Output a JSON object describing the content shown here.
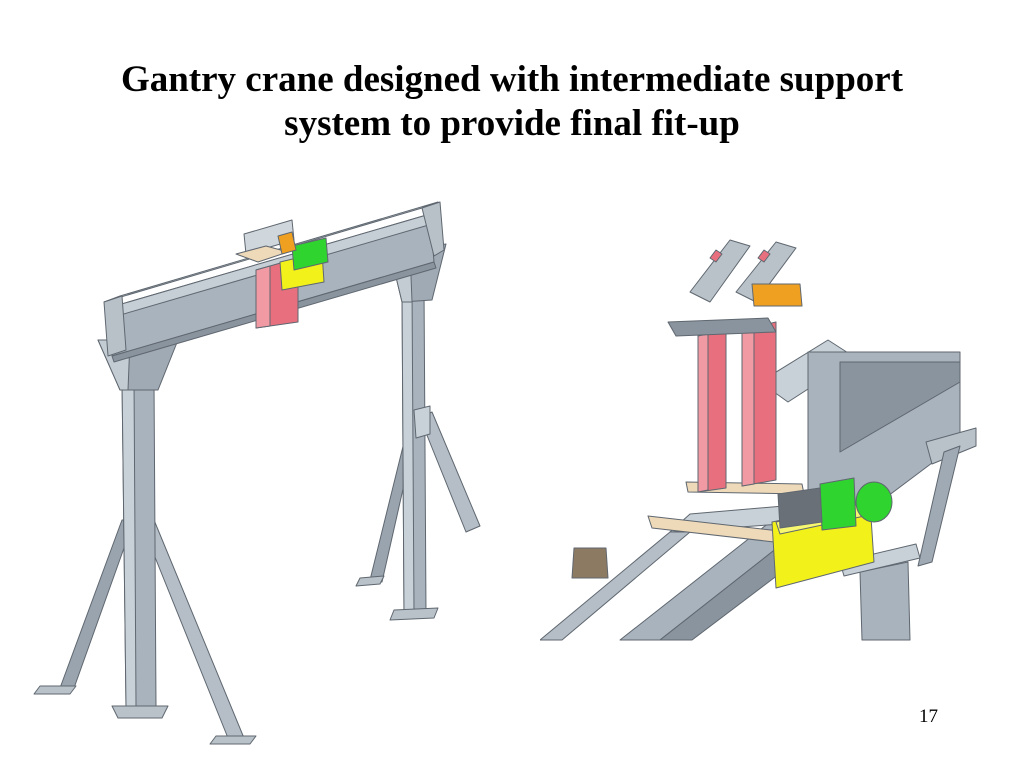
{
  "slide": {
    "title_line_1": "Gantry crane designed with intermediate support",
    "title_line_2": "system to provide final fit-up",
    "page_number": "17"
  },
  "colors": {
    "steel": "#a9b3bd",
    "steel_dark": "#8a949e",
    "steel_light": "#c9d1d8",
    "support_red": "#e8707e",
    "trolley_yellow": "#f2f21a",
    "motor_green": "#2fd42f",
    "bracket_orange": "#f0a020",
    "timber": "#eed9b8"
  }
}
